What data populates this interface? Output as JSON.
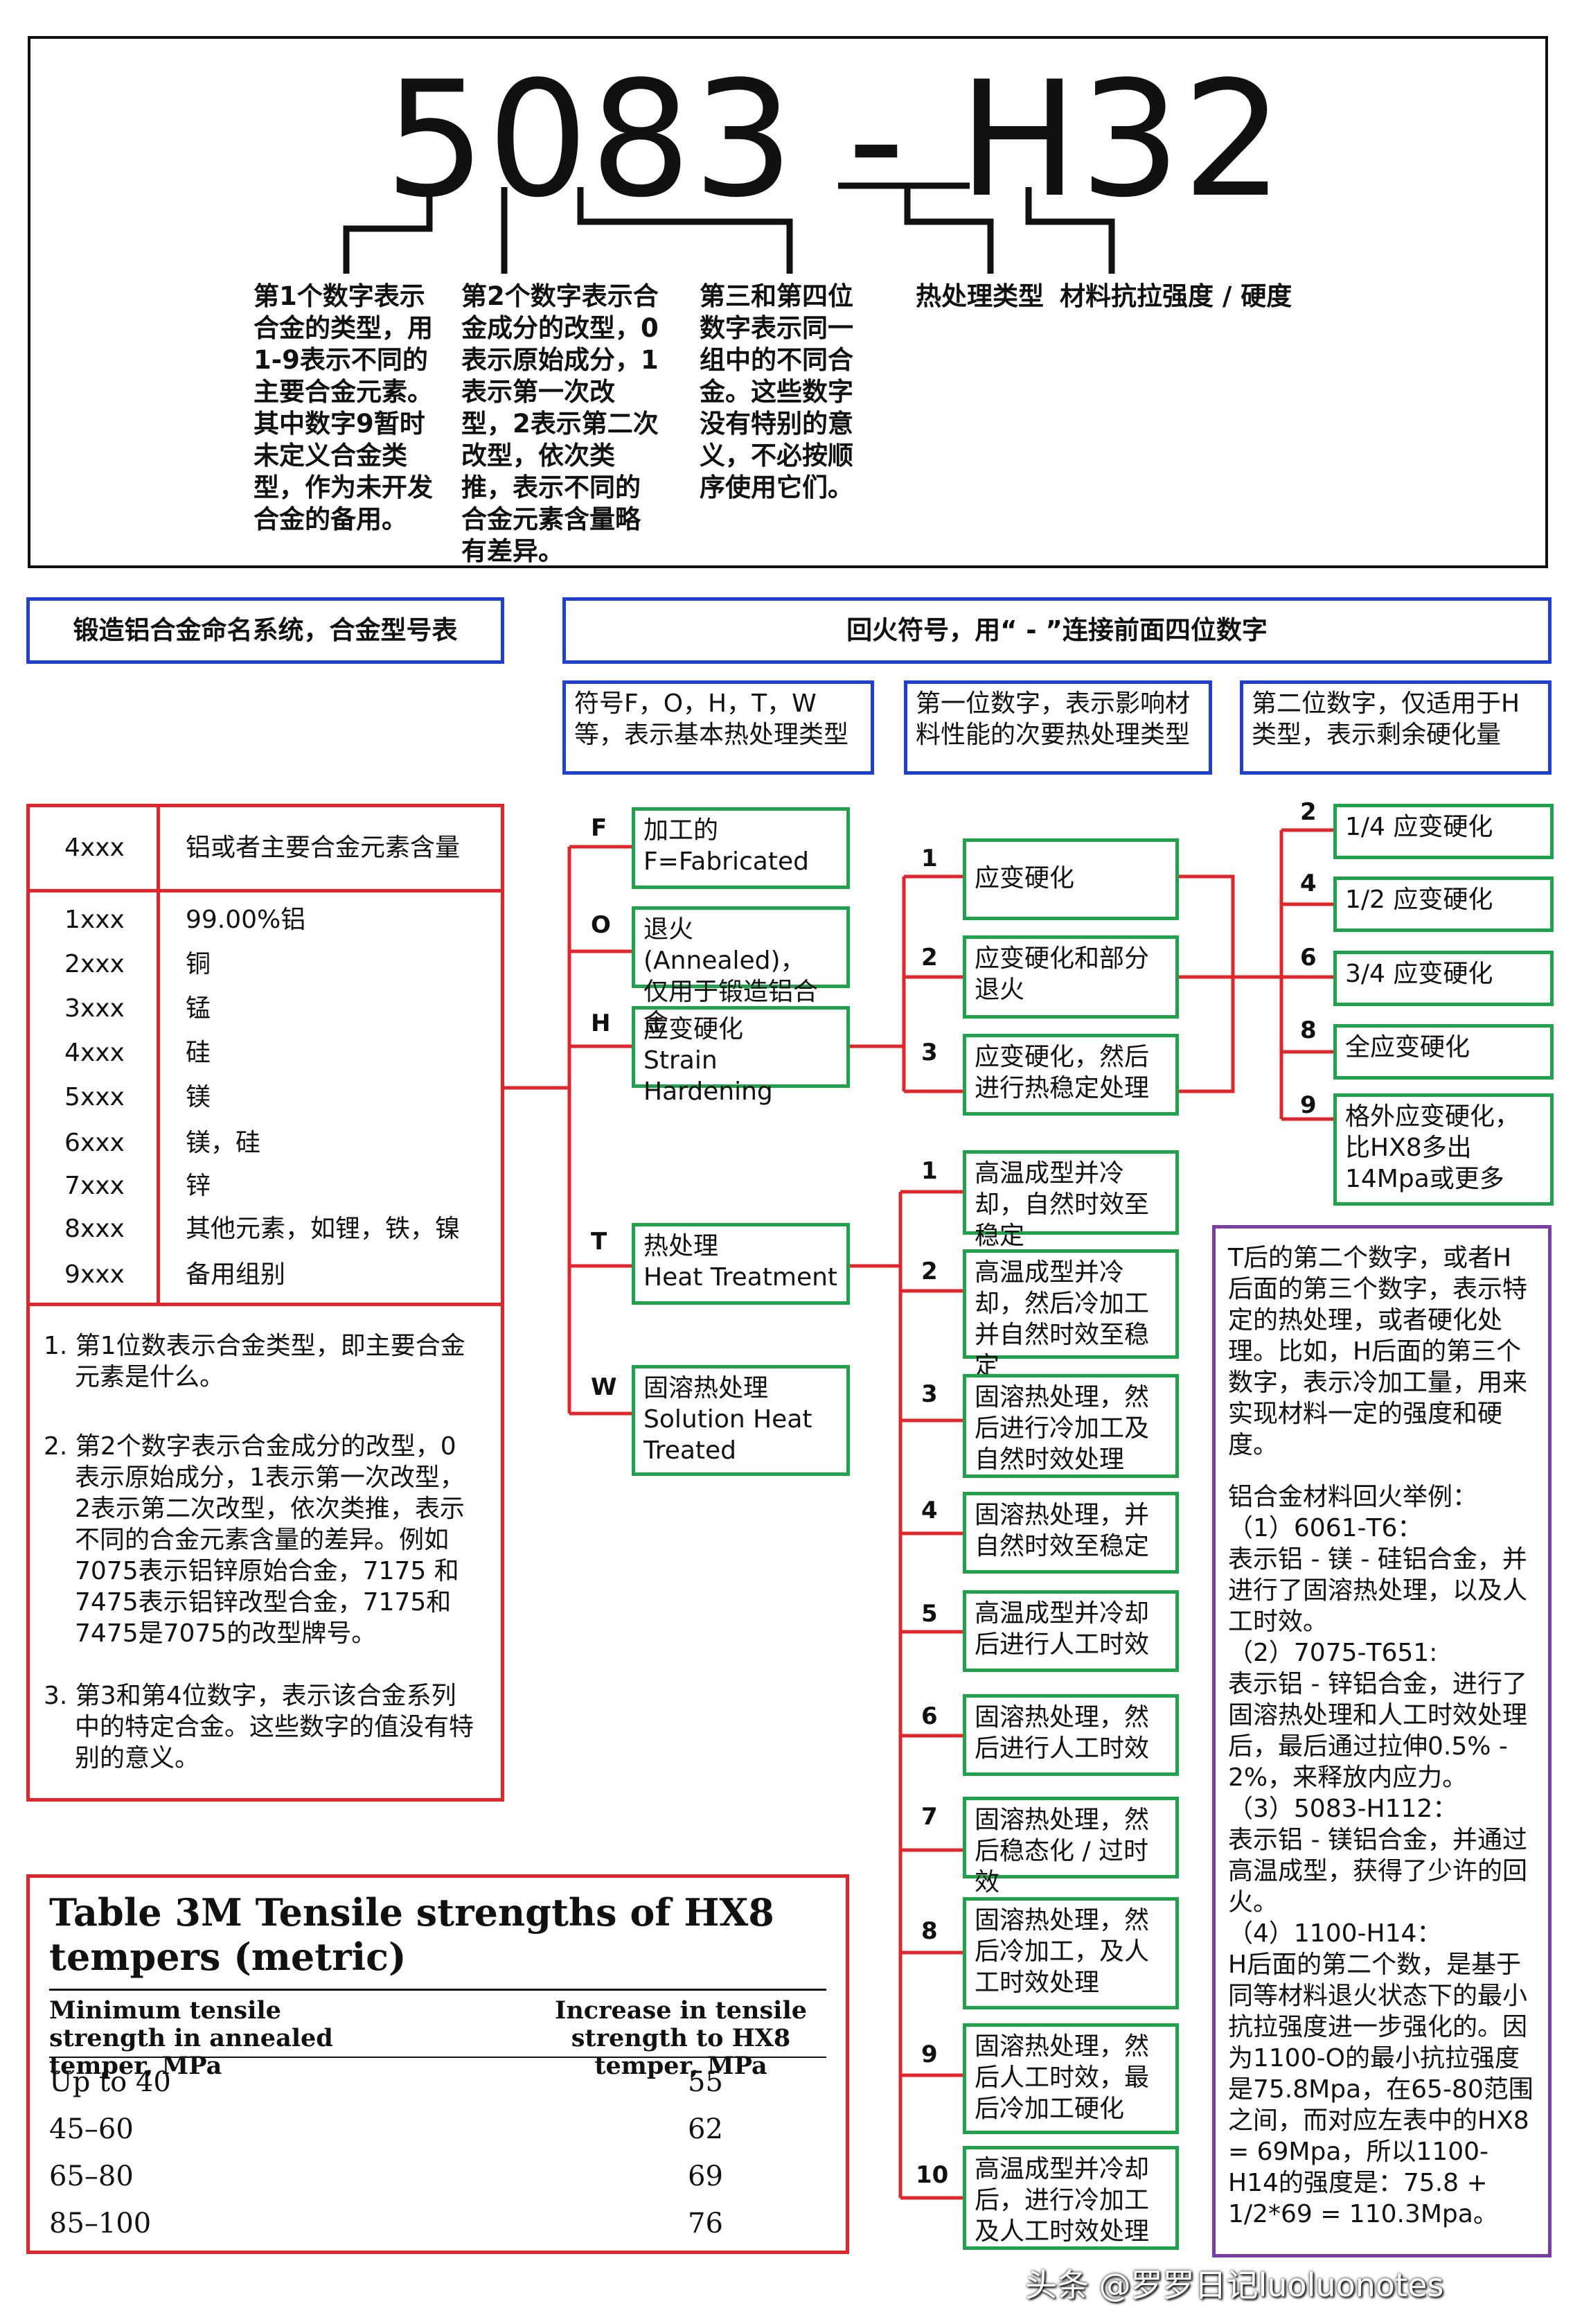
{
  "header": {
    "code": "5083 - H32",
    "notes": [
      "第1个数字表示合金的类型，用1-9表示不同的主要合金元素。其中数字9暂时未定义合金类型，作为未开发合金的备用。",
      "第2个数字表示合金成分的改型，0表示原始成分，1表示第一次改型，2表示第二次改型，依次类推，表示不同的合金元素含量略有差异。",
      "第三和第四位数字表示同一组中的不同合金。这些数字没有特别的意义，不必按顺序使用它们。",
      "热处理类型",
      "材料抗拉强度 / 硬度"
    ]
  },
  "titles": {
    "left": "锻造铝合金命名系统，合金型号表",
    "right": "回火符号，用“ - ”连接前面四位数字"
  },
  "subheaders": [
    "符号F，O，H，T，W等，表示基本热处理类型",
    "第一位数字，表示影响材料性能的次要热处理类型",
    "第二位数字，仅适用于H类型，表示剩余硬化量"
  ],
  "alloy_table": {
    "header": [
      "4xxx",
      "铝或者主要合金元素含量"
    ],
    "rows": [
      [
        "1xxx",
        "99.00%铝"
      ],
      [
        "2xxx",
        "铜"
      ],
      [
        "3xxx",
        "锰"
      ],
      [
        "4xxx",
        "硅"
      ],
      [
        "5xxx",
        "镁"
      ],
      [
        "6xxx",
        "镁，硅"
      ],
      [
        "7xxx",
        "锌"
      ],
      [
        "8xxx",
        "其他元素，如锂，铁，镍"
      ],
      [
        "9xxx",
        "备用组别"
      ]
    ],
    "notes": [
      "1.  第1位数表示合金类型，即主要合金元素是什么。",
      "2.  第2个数字表示合金成分的改型，0表示原始成分，1表示第一次改型，2表示第二次改型，依次类推，表示不同的合金元素含量的差异。例如7075表示铝锌原始合金，7175 和7475表示铝锌改型合金，7175和7475是7075的改型牌号。",
      "3.  第3和第4位数字，表示该合金系列中的特定合金。这些数字的值没有特别的意义。"
    ]
  },
  "tempers": [
    {
      "letter": "F",
      "line1": "加工的",
      "line2": "F=Fabricated"
    },
    {
      "letter": "O",
      "line1": "退火(Annealed)，",
      "line2": "仅用于锻造铝合金"
    },
    {
      "letter": "H",
      "line1": "应变硬化",
      "line2": "Strain Hardening"
    },
    {
      "letter": "T",
      "line1": "热处理",
      "line2": "Heat Treatment"
    },
    {
      "letter": "W",
      "line1": "固溶热处理",
      "line2": "Solution Heat Treated"
    }
  ],
  "h_first": [
    {
      "num": "1",
      "text": "应变硬化"
    },
    {
      "num": "2",
      "text": "应变硬化和部分退火"
    },
    {
      "num": "3",
      "text": "应变硬化，然后进行热稳定处理"
    }
  ],
  "h_second": [
    {
      "num": "2",
      "text": "1/4 应变硬化"
    },
    {
      "num": "4",
      "text": "1/2 应变硬化"
    },
    {
      "num": "6",
      "text": "3/4 应变硬化"
    },
    {
      "num": "8",
      "text": "全应变硬化"
    },
    {
      "num": "9",
      "text": "格外应变硬化，比HX8多出14Mpa或更多"
    }
  ],
  "t_first": [
    {
      "num": "1",
      "text": "高温成型并冷却，自然时效至稳定"
    },
    {
      "num": "2",
      "text": "高温成型并冷却，然后冷加工并自然时效至稳定"
    },
    {
      "num": "3",
      "text": "固溶热处理，然后进行冷加工及自然时效处理"
    },
    {
      "num": "4",
      "text": "固溶热处理，并自然时效至稳定"
    },
    {
      "num": "5",
      "text": "高温成型并冷却后进行人工时效"
    },
    {
      "num": "6",
      "text": "固溶热处理，然后进行人工时效"
    },
    {
      "num": "7",
      "text": "固溶热处理，然后稳态化 / 过时效"
    },
    {
      "num": "8",
      "text": "固溶热处理，然后冷加工，及人工时效处理"
    },
    {
      "num": "9",
      "text": "固溶热处理，然后人工时效，最后冷加工硬化"
    },
    {
      "num": "10",
      "text": "高温成型并冷却后，进行冷加工及人工时效处理"
    }
  ],
  "note_box": {
    "p1": "T后的第二个数字，或者H后面的第三个数字，表示特定的热处理，或者硬化处理。比如，H后面的第三个数字，表示冷加工量，用来实现材料一定的强度和硬度。",
    "p2": "铝合金材料回火举例：\n（1）6061-T6：\n表示铝 - 镁 - 硅铝合金，并进行了固溶热处理，以及人工时效。\n（2）7075-T651:\n表示铝 - 锌铝合金，进行了固溶热处理和人工时效处理后，最后通过拉伸0.5% - 2%，来释放内应力。\n（3）5083-H112：\n表示铝 - 镁铝合金，并通过高温成型，获得了少许的回火。\n（4）1100-H14：\nH后面的第二个数，是基于同等材料退火状态下的最小抗拉强度进一步强化的。因为1100-O的最小抗拉强度是75.8Mpa，在65-80范围之间，而对应左表中的HX8 = 69Mpa，所以1100-H14的强度是：75.8 + 1/2*69 = 110.3Mpa。"
  },
  "tensile_table": {
    "title": "Table 3M   Tensile strengths of HX8 tempers (metric)",
    "col1": "Minimum tensile strength in annealed temper, MPa",
    "col2": "Increase in tensile strength to HX8 temper, MPa",
    "rows": [
      [
        "Up to 40",
        "55"
      ],
      [
        "45–60",
        "62"
      ],
      [
        "65–80",
        "69"
      ],
      [
        "85–100",
        "76"
      ]
    ]
  },
  "watermark": "头条 @罗罗日记luoluonotes",
  "colors": {
    "red": "#e3242b",
    "blue": "#1f3fd6",
    "green": "#1fa34a",
    "purple": "#7a3ca6"
  }
}
